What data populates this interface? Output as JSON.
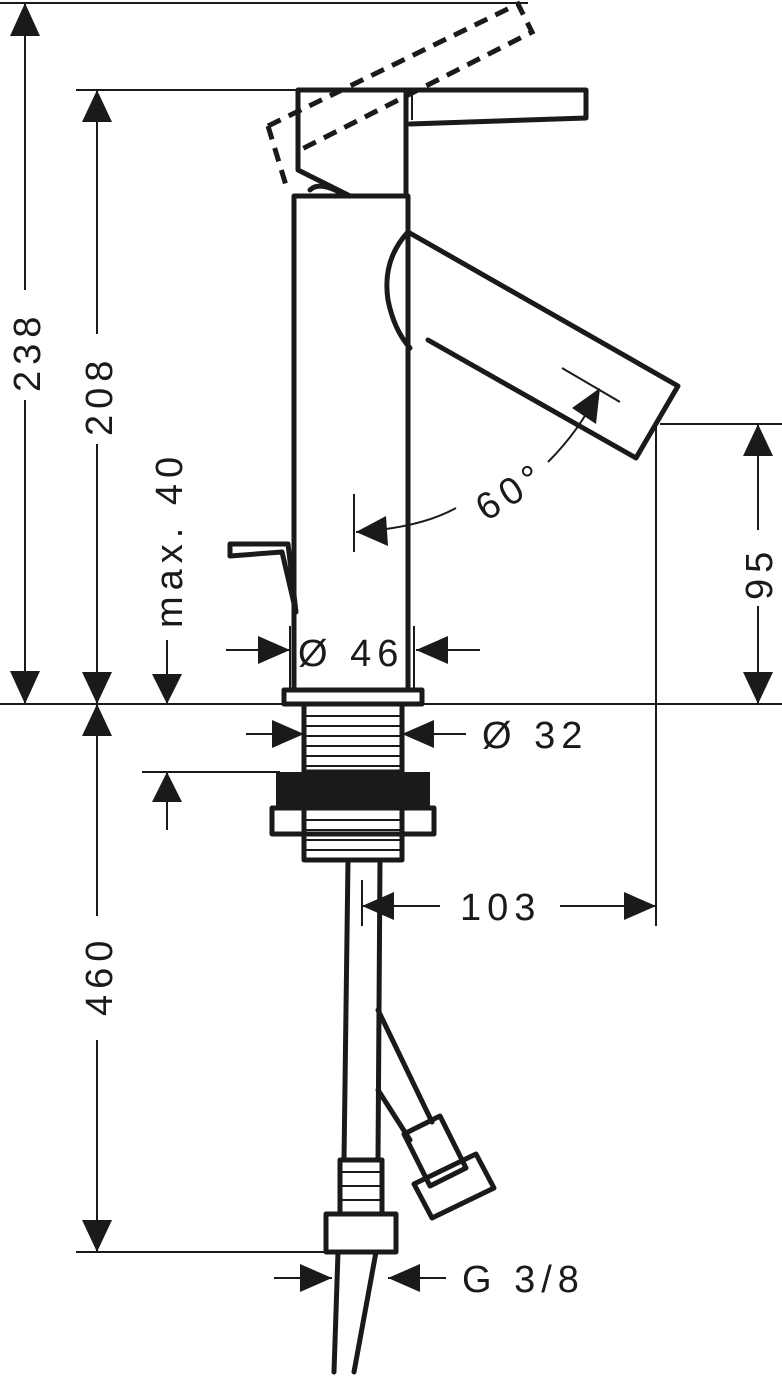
{
  "dimensions": {
    "total_height": "238",
    "body_height": "208",
    "max_clearance": "max. 40",
    "outlet_height": "95",
    "swivel_angle": "60°",
    "body_diameter": "Ø 46",
    "shank_diameter": "Ø 32",
    "projection": "103",
    "hose_length": "460",
    "connection_thread": "G 3/8"
  },
  "colors": {
    "line": "#1a1a1a",
    "background": "#ffffff"
  }
}
